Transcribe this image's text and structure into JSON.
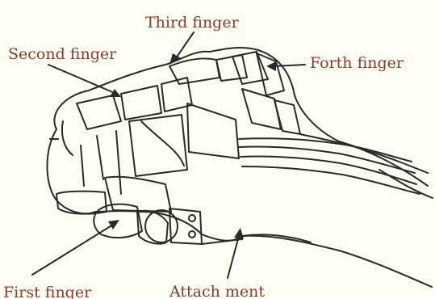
{
  "labels": {
    "third_finger": "Third finger",
    "second_finger": "Second finger",
    "forth_finger": "Forth finger",
    "first_finger": "First finger",
    "attachment": "Attach ment"
  },
  "colors": {
    "label_text": "#8a3a2e",
    "line_art": "#2a2a2a",
    "background": "#fffef5"
  }
}
